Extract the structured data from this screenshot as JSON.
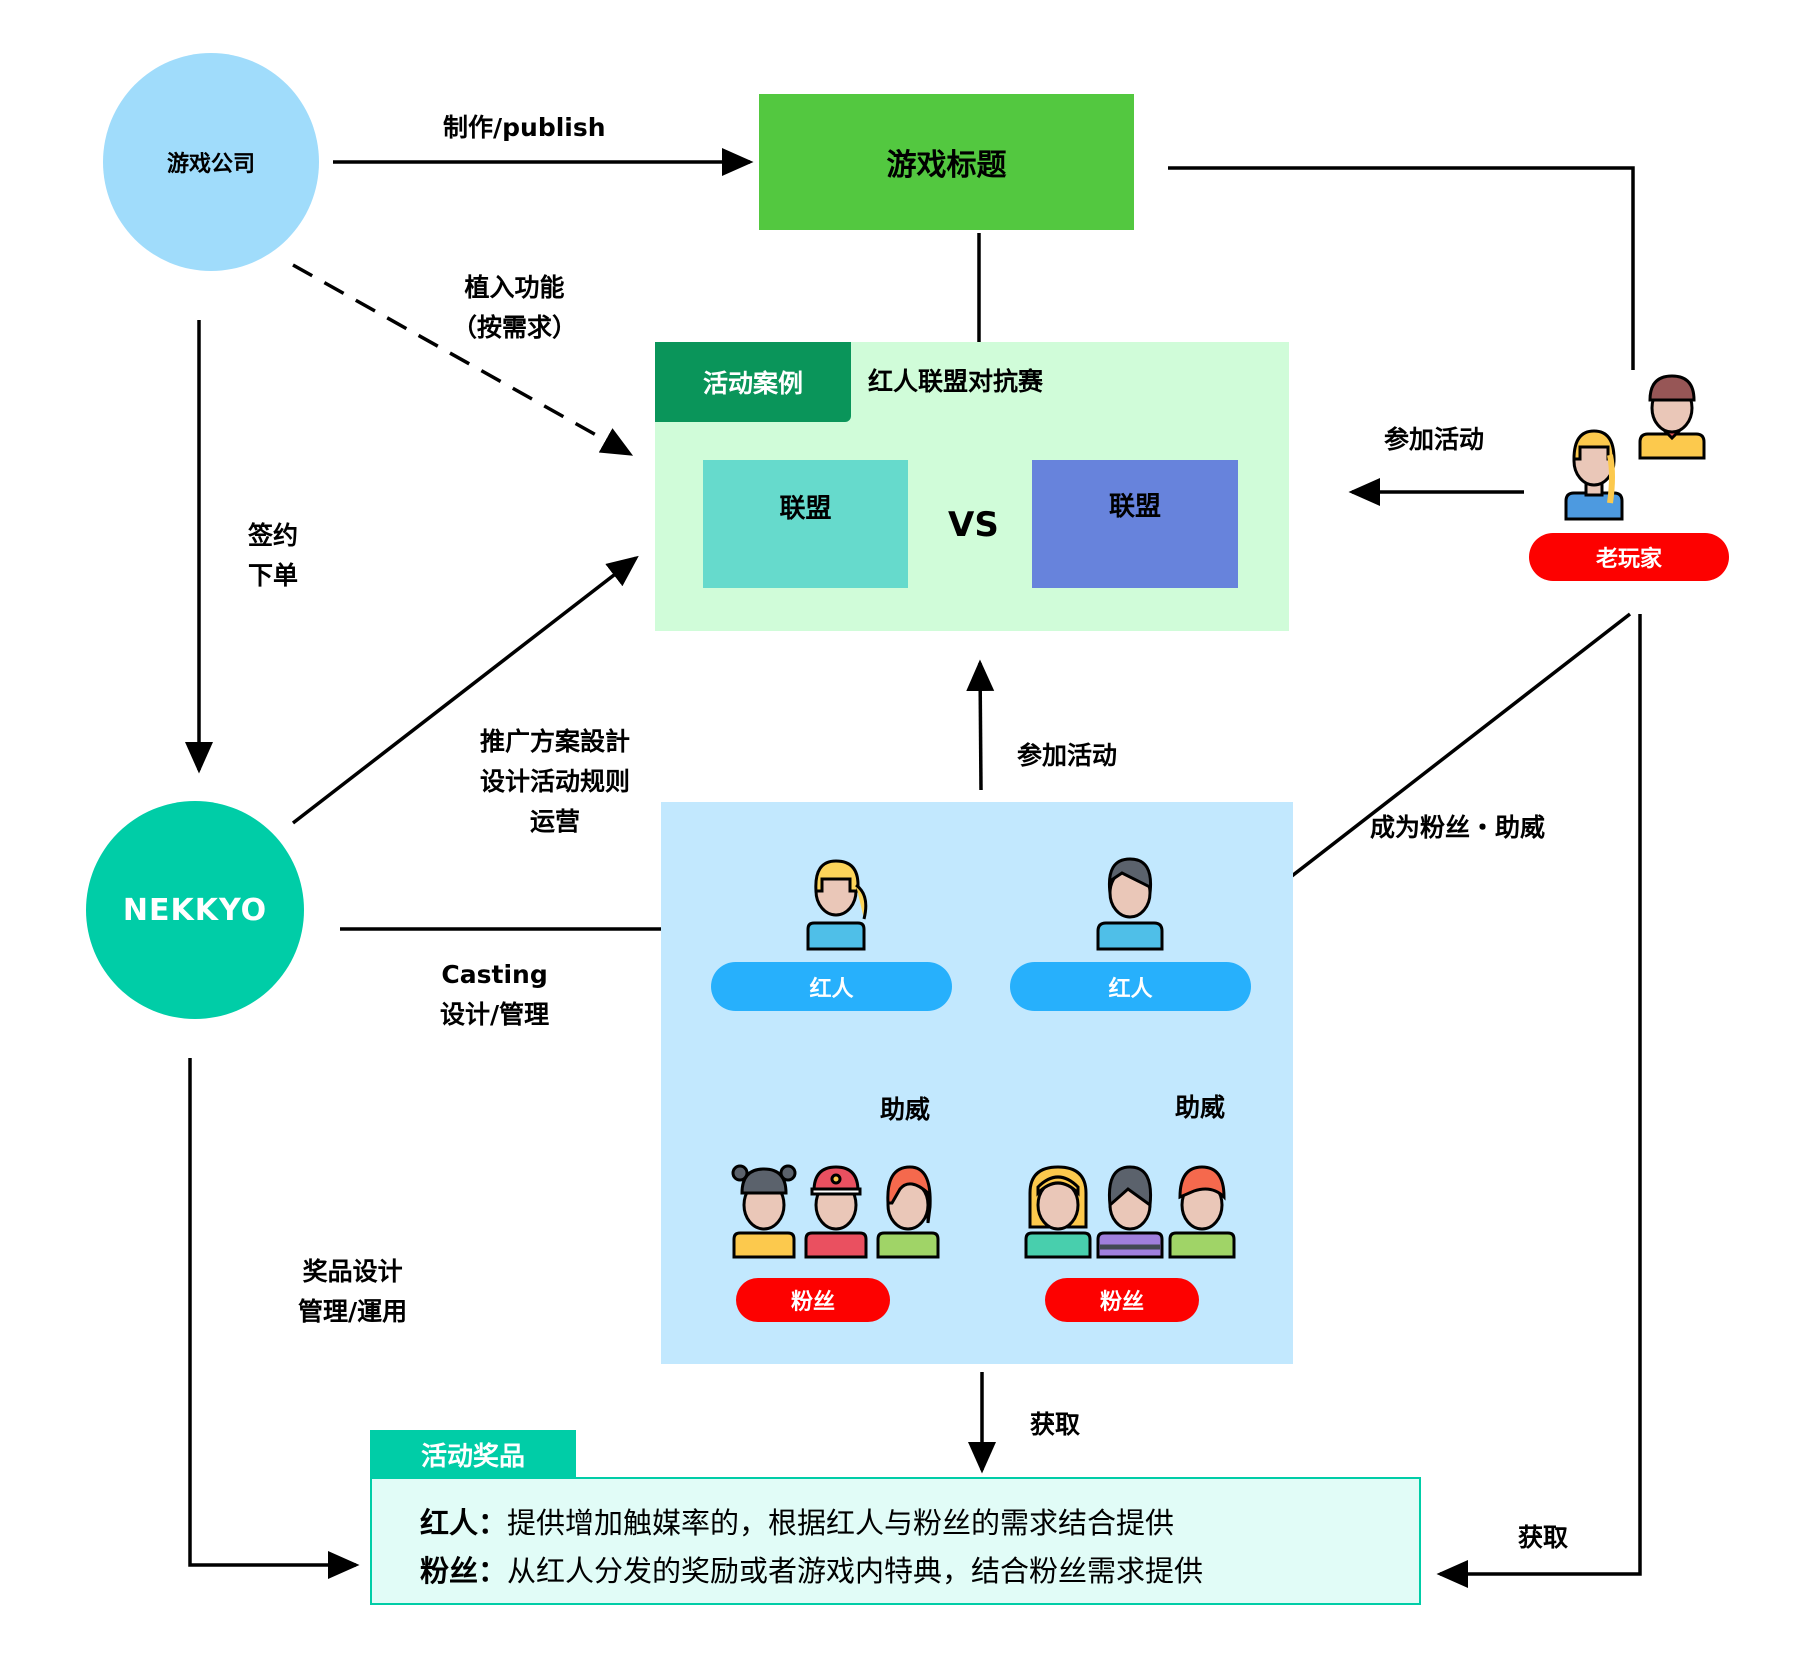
{
  "nodes": {
    "game_company": "游戏公司",
    "nekkyo": "NEKKYO",
    "game_title": "游戏标题",
    "case_tab": "活动案例",
    "case_title": "红人联盟对抗赛",
    "alliance_a": "联盟",
    "alliance_b": "联盟",
    "vs": "VS",
    "veteran_players": "老玩家",
    "influencer_a": "红人",
    "influencer_b": "红人",
    "fans_a": "粉丝",
    "fans_b": "粉丝"
  },
  "edge_labels": {
    "publish": "制作/publish",
    "embed_line1": "植入功能",
    "embed_line2": "（按需求）",
    "sign_line1": "签约",
    "sign_line2": "下单",
    "promo_line1": "推广方案設計",
    "promo_line2": "设计活动规则",
    "promo_line3": "运营",
    "casting_line1": "Casting",
    "casting_line2": "设计/管理",
    "join_from_veterans": "参加活动",
    "join_from_influencers": "参加活动",
    "become_fans": "成为粉丝・助威",
    "cheer_a": "助威",
    "cheer_b": "助威",
    "prize_line1": "奖品设计",
    "prize_line2": "管理/運用",
    "obtain_a": "获取",
    "obtain_b": "获取"
  },
  "prizes": {
    "tab": "活动奖品",
    "rows": [
      {
        "key": "红人：",
        "text": "提供增加触媒率的，根据红人与粉丝的需求结合提供"
      },
      {
        "key": "粉丝：",
        "text": "从红人分发的奖励或者游戏内特典，结合粉丝需求提供"
      }
    ]
  },
  "colors": {
    "company": "#a0dcfb",
    "nekkyo": "#00cda7",
    "game_title": "#53c840",
    "case_panel": "#d0fcd9",
    "case_tab": "#0a955a",
    "alliance_a": "#66dacc",
    "alliance_b": "#6783dc",
    "influencer_panel": "#c2e8fe",
    "influencer_pill": "#27b0fc",
    "fan_pill": "#fd0100",
    "prize_box": "#e1fcf7"
  },
  "icons": {
    "veterans": [
      "girl-braid-avatar-icon",
      "boy-beanie-avatar-icon"
    ],
    "influencers": [
      "girl-ponytail-avatar-icon",
      "boy-avatar-icon"
    ],
    "fans_a": [
      "girl-buns-avatar-icon",
      "boy-cap-avatar-icon",
      "girl-red-hair-avatar-icon"
    ],
    "fans_b": [
      "girl-blonde-avatar-icon",
      "boy-gray-hair-avatar-icon",
      "girl-orange-hair-avatar-icon"
    ]
  }
}
